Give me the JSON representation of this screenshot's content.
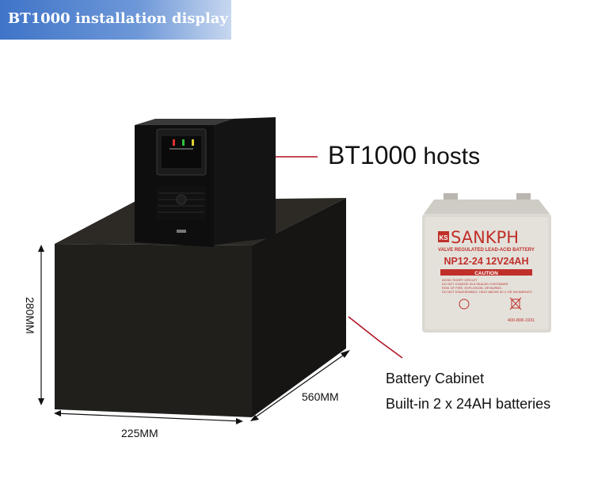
{
  "banner": {
    "title": "BT1000 installation display"
  },
  "host_label": {
    "model": "BT1000",
    "suffix": " hosts"
  },
  "cabinet_label": {
    "line1": "Battery Cabinet",
    "line2": "Built-in 2 x 24AH batteries"
  },
  "dimensions": {
    "width": "225MM",
    "depth": "560MM",
    "height": "280MM"
  },
  "battery": {
    "brand": "SANKPH",
    "logo_mark": "KS",
    "type": "VALVE REGULATED LEAD-ACID BATTERY",
    "model": "NP12-24 12V24AH",
    "caution": "CAUTION",
    "warnings": [
      "AVOID SHORT CIRCUIT",
      "DO NOT CHARGE IN A SEALED CONTAINER",
      "RISK OF FIRE, EXPLOSION, OR BURNS.",
      "DO NOT DISASSEMBLE, HEAT ABOVE 60 C OR INCINERATE."
    ],
    "phone": "400-808-1931"
  },
  "colors": {
    "leader_line": "#b01020",
    "cabinet": "#201e1b",
    "battery_body": "#dcd9d3",
    "battery_text": "#c0302a"
  }
}
